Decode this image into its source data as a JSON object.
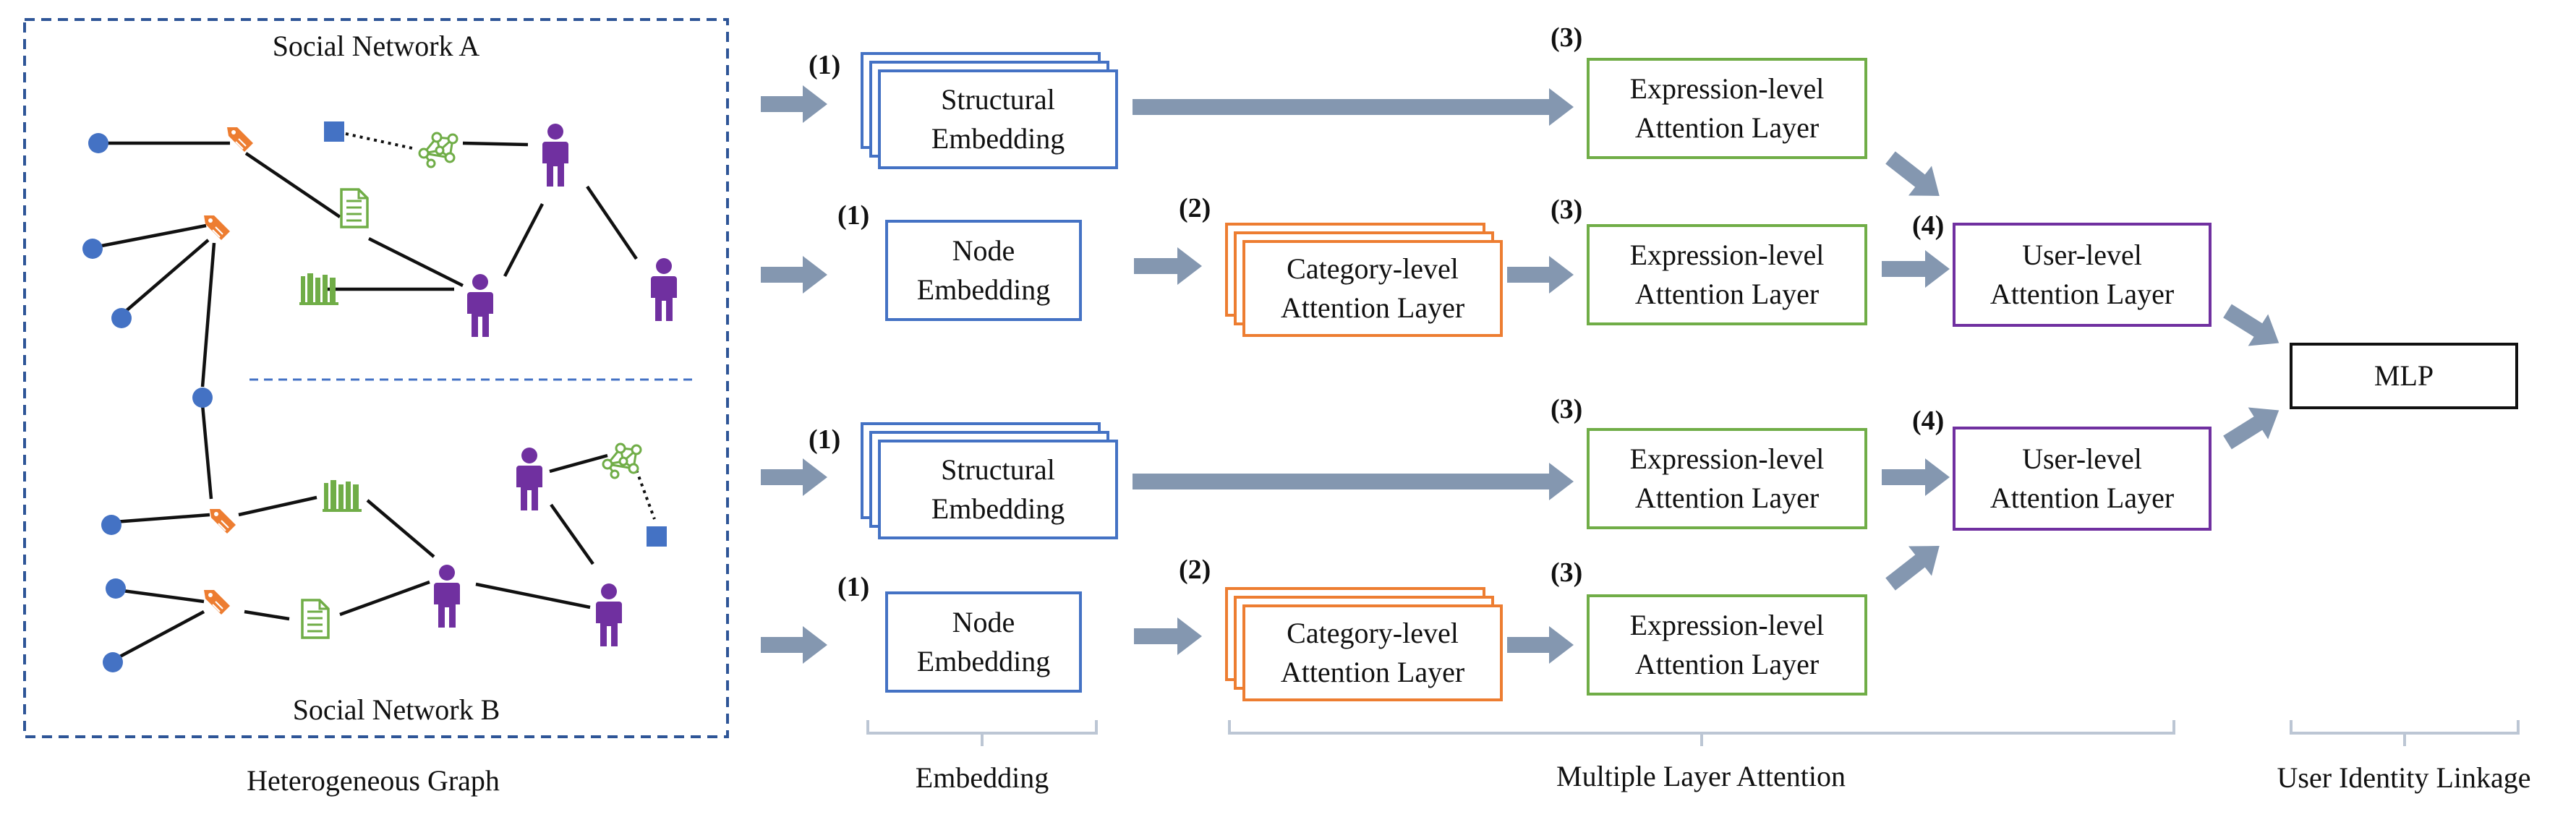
{
  "graph": {
    "title_a": "Social Network A",
    "title_b": "Social Network B",
    "caption": "Heterogeneous Graph"
  },
  "boxes": {
    "structural": "Structural\nEmbedding",
    "node": "Node\nEmbedding",
    "category": "Category-level\nAttention Layer",
    "expression": "Expression-level\nAttention Layer",
    "user": "User-level\nAttention Layer",
    "mlp": "MLP"
  },
  "steps": {
    "s1": "(1)",
    "s2": "(2)",
    "s3": "(3)",
    "s4": "(4)"
  },
  "groups": {
    "embedding": "Embedding",
    "attention": "Multiple Layer Attention",
    "linkage": "User Identity Linkage"
  },
  "colors": {
    "blue": "#4472c4",
    "orange": "#ed7d31",
    "green": "#70ad47",
    "purple": "#7030a0",
    "arrow": "#8497b0",
    "dashed_frame": "#2e5597"
  },
  "icons": [
    "user-icon",
    "tag-icon",
    "document-icon",
    "books-icon",
    "network-icon",
    "square-node-icon",
    "circle-node-icon"
  ]
}
